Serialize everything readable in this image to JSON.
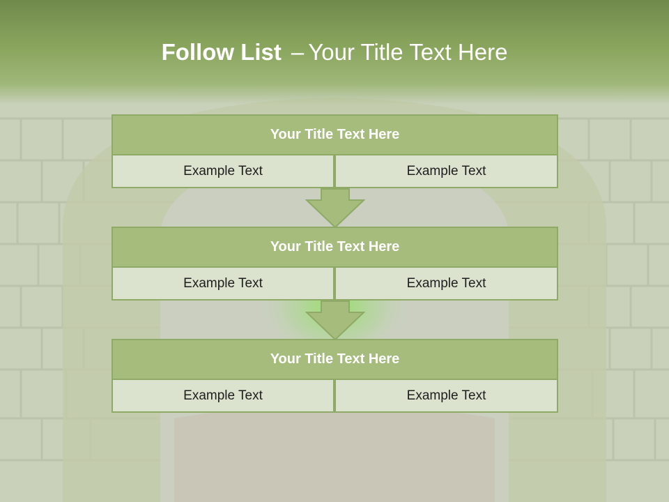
{
  "title": {
    "bold": "Follow List",
    "separator": "–",
    "rest": "Your Title Text Here"
  },
  "blocks": [
    {
      "title": "Your Title Text Here",
      "left": "Example Text",
      "right": "Example Text"
    },
    {
      "title": "Your Title Text Here",
      "left": "Example Text",
      "right": "Example Text"
    },
    {
      "title": "Your Title Text Here",
      "left": "Example Text",
      "right": "Example Text"
    }
  ],
  "colors": {
    "header": "#89a55d",
    "block_title": "#a6bc7d",
    "cell": "#dbe3cf",
    "border": "#8fa966"
  }
}
